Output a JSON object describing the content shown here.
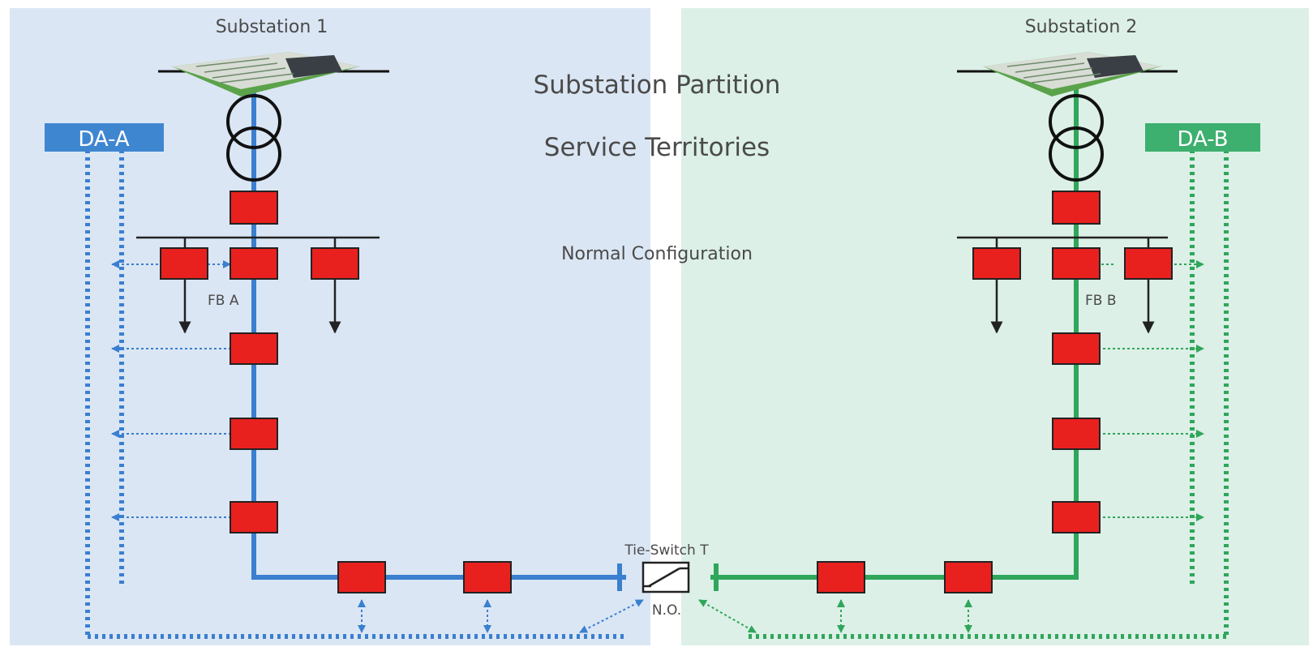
{
  "labels": {
    "substation1": "Substation 1",
    "substation2": "Substation 2",
    "partition_title": "Substation Partition",
    "territories_title": "Service Territories",
    "normal_config": "Normal Configuration",
    "da_a": "DA-A",
    "da_b": "DA-B",
    "fb_a": "FB A",
    "fb_b": "FB B",
    "tie_switch": "Tie-Switch T",
    "normally_open": "N.O."
  },
  "colors": {
    "left_region_bg": "#dbe6f4",
    "right_region_bg": "#dcf0e7",
    "feeder_a": "#3a7fd0",
    "feeder_b": "#2fa65a",
    "da_a_badge": "#3f86d1",
    "da_b_badge": "#3daf6e",
    "recloser": "#e8211f",
    "text": "#4a4a4a"
  },
  "icons": {
    "substation": "substation-equipment-icon",
    "transformer": "transformer-icon",
    "recloser": "recloser-icon",
    "tie_switch": "tie-switch-icon"
  }
}
